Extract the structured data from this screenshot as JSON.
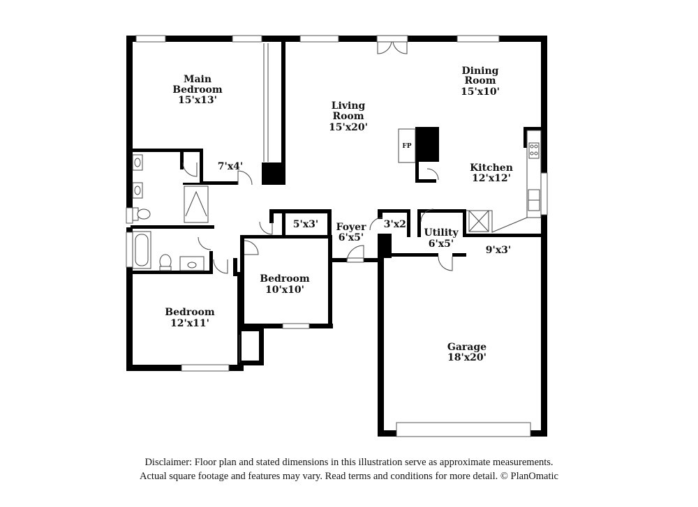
{
  "rooms": [
    {
      "id": "main-bedroom",
      "name_lines": [
        "Main",
        "Bedroom"
      ],
      "dim": "15'x13'"
    },
    {
      "id": "living-room",
      "name_lines": [
        "Living",
        "Room"
      ],
      "dim": "15'x20'"
    },
    {
      "id": "dining-room",
      "name_lines": [
        "Dining",
        "Room"
      ],
      "dim": "15'x10'"
    },
    {
      "id": "kitchen",
      "name_lines": [
        "Kitchen"
      ],
      "dim": "12'x12'"
    },
    {
      "id": "foyer",
      "name_lines": [
        "Foyer"
      ],
      "dim": "6'x5'"
    },
    {
      "id": "utility",
      "name_lines": [
        "Utility"
      ],
      "dim": "6'x5'"
    },
    {
      "id": "bedroom-center",
      "name_lines": [
        "Bedroom"
      ],
      "dim": "10'x10'"
    },
    {
      "id": "bedroom-left",
      "name_lines": [
        "Bedroom"
      ],
      "dim": "12'x11'"
    },
    {
      "id": "garage",
      "name_lines": [
        "Garage"
      ],
      "dim": "18'x20'"
    }
  ],
  "dimension_labels": [
    {
      "id": "closet-main",
      "text": "7'x4'"
    },
    {
      "id": "closet-hall",
      "text": "5'x3'"
    },
    {
      "id": "closet-foyer",
      "text": "3'x2'"
    },
    {
      "id": "garage-storage",
      "text": "9'x3'"
    }
  ],
  "fireplace_label": "FP",
  "disclaimer": {
    "line1": "Disclaimer: Floor plan and stated dimensions in this illustration serve as approximate measurements.",
    "line2": "Actual square footage and features may vary. Read terms and conditions for more detail. © PlanOmatic"
  }
}
